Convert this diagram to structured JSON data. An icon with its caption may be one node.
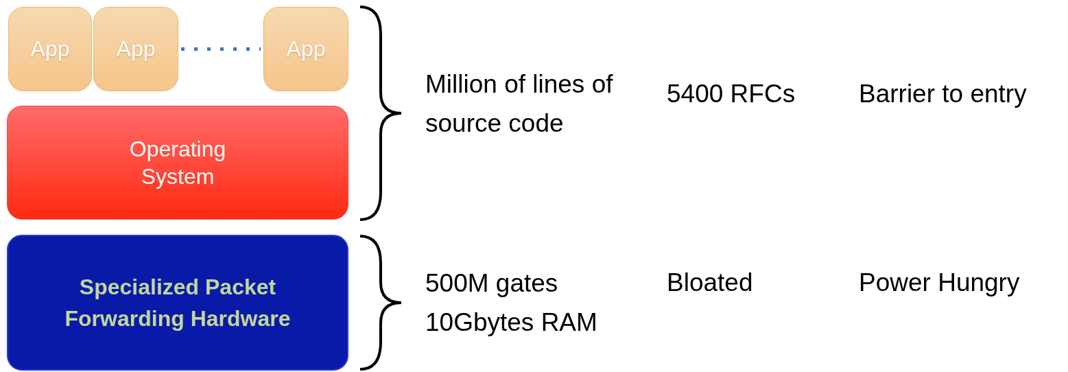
{
  "diagram": {
    "nodes": [
      {
        "text": [
          "App"
        ]
      },
      {
        "text": [
          "App"
        ]
      },
      {
        "text": [
          "App"
        ]
      },
      {
        "text": [
          "Operating System"
        ]
      },
      {
        "text": [
          "Specialized Packet Forwarding Hardware"
        ]
      }
    ],
    "edges": [
      {
        "from": 1,
        "to": 2,
        "arrow": "none",
        "style": "dashed",
        "color": "#4472c4"
      }
    ],
    "labels": [
      "Million of lines of source code",
      "5400 RFCs",
      "Barrier to entry",
      "500M gates 10Gbytes RAM",
      "Bloated",
      "Power Hungry"
    ]
  }
}
